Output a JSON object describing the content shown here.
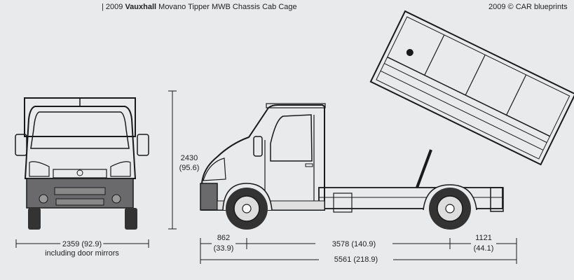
{
  "header": {
    "year_prefix": "| 2009",
    "make": "Vauxhall",
    "model": "Movano Tipper MWB Chassis Cab Cage",
    "copyright": "2009 © CAR blueprints"
  },
  "dimensions": {
    "width": "2359 (92.9)",
    "width_note": "including door mirrors",
    "height_mm": "2430",
    "height_in": "(95.6)",
    "front_overhang_mm": "862",
    "front_overhang_in": "(33.9)",
    "wheelbase": "3578 (140.9)",
    "rear_overhang_mm": "1121",
    "rear_overhang_in": "(44.1)",
    "overall_length": "5561 (218.9)"
  },
  "colors": {
    "background": "#e9eaec",
    "body": "#ffffff",
    "lower_trim": "#6a6a6c",
    "line": "#1a1a1a"
  }
}
